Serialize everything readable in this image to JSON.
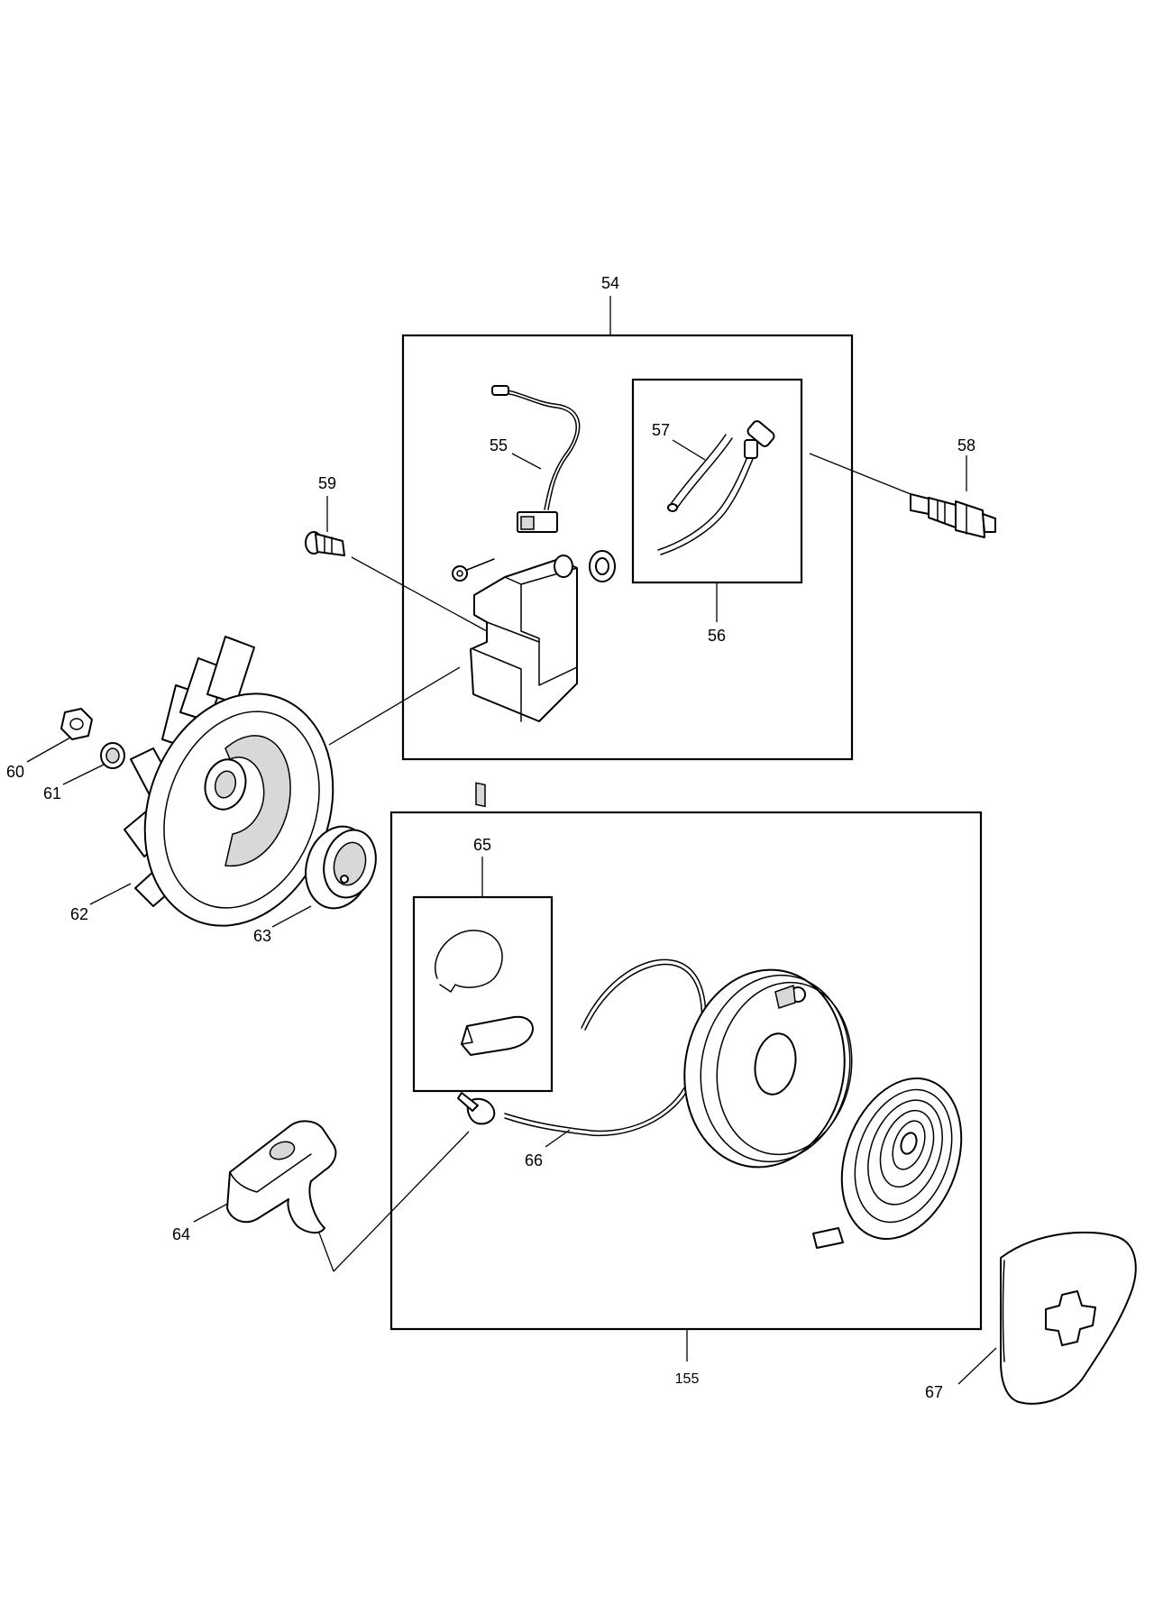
{
  "labels": {
    "p54": "54",
    "p55": "55",
    "p56": "56",
    "p57": "57",
    "p58": "58",
    "p59": "59",
    "p60": "60",
    "p61": "61",
    "p62": "62",
    "p63": "63",
    "p64": "64",
    "p65": "65",
    "p66": "66",
    "p67": "67",
    "p155": "155"
  }
}
